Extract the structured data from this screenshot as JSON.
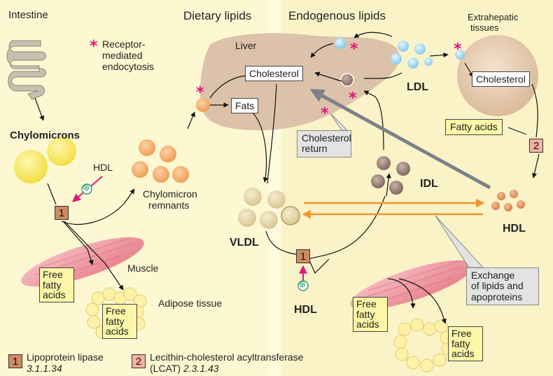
{
  "headings": {
    "intestine": "Intestine",
    "dietary_lipids": "Dietary lipids",
    "endogenous_lipids": "Endogenous lipids",
    "extrahepatic_tissues_1": "Extrahepatic",
    "extrahepatic_tissues_2": "tissues",
    "liver": "Liver",
    "muscle_left": "Muscle",
    "adipose_tissue": "Adipose tissue"
  },
  "legend_star": {
    "symbol": "*",
    "line1": "Receptor-",
    "line2": "mediated",
    "line3": "endocytosis"
  },
  "particles": {
    "chylomicrons": "Chylomicrons",
    "chylomicron_remnants_1": "Chylomicron",
    "chylomicron_remnants_2": "remnants",
    "vldl": "VLDL",
    "idl": "IDL",
    "ldl": "LDL",
    "hdl_right": "HDL",
    "hdl_left": "HDL",
    "hdl_bottom": "HDL"
  },
  "boxes": {
    "cholesterol_liver": "Cholesterol",
    "fats": "Fats",
    "cholesterol_extrahepatic": "Cholesterol",
    "fatty_acids": "Fatty acids",
    "free_fatty_acids_muscle": [
      "Free",
      "fatty",
      "acids"
    ],
    "free_fatty_acids_adipose": [
      "Free",
      "fatty",
      "acids"
    ],
    "free_fatty_acids_muscle_right": [
      "Free",
      "fatty",
      "acids"
    ],
    "free_fatty_acids_adipose_right": [
      "Free",
      "fatty",
      "acids"
    ]
  },
  "callouts": {
    "cholesterol_return": [
      "Cholesterol",
      "return"
    ],
    "exchange": [
      "Exchange",
      "of lipids and",
      "apoproteins"
    ]
  },
  "enzymes": {
    "lpl_number": "1",
    "lcat_number": "2",
    "inhibit_symbol": "⊗",
    "activate_symbol": "⊕"
  },
  "legend_enzymes": {
    "lpl_name": "Lipoprotein lipase",
    "lpl_ec": "3.1.1.34",
    "lcat_name": "Lecithin-cholesterol acyltransferase",
    "lcat_abbrev": "(LCAT)",
    "lcat_ec": "2.3.1.43"
  },
  "colors": {
    "left_background": "#fdf8d2",
    "right_background": "#fbf3c8",
    "liver": "#dcc2aa",
    "chylomicron": "#f7e85e",
    "remnant": "#f3a660",
    "vldl": "#e9d9ae",
    "idl": "#9a8077",
    "ldl": "#a9dcf5",
    "hdl": "#e3905a",
    "enzyme_1": "#cf8a62",
    "enzyme_2": "#f4b0a0",
    "magenta": "#e0187a",
    "orange_arrow": "#f3952b",
    "grey_arrow": "#7d8187",
    "yellow_box": "#fbf7a7",
    "callout": "#e3e3e1",
    "muscle": "#f19ba2",
    "adipose": "#fff2a8"
  }
}
